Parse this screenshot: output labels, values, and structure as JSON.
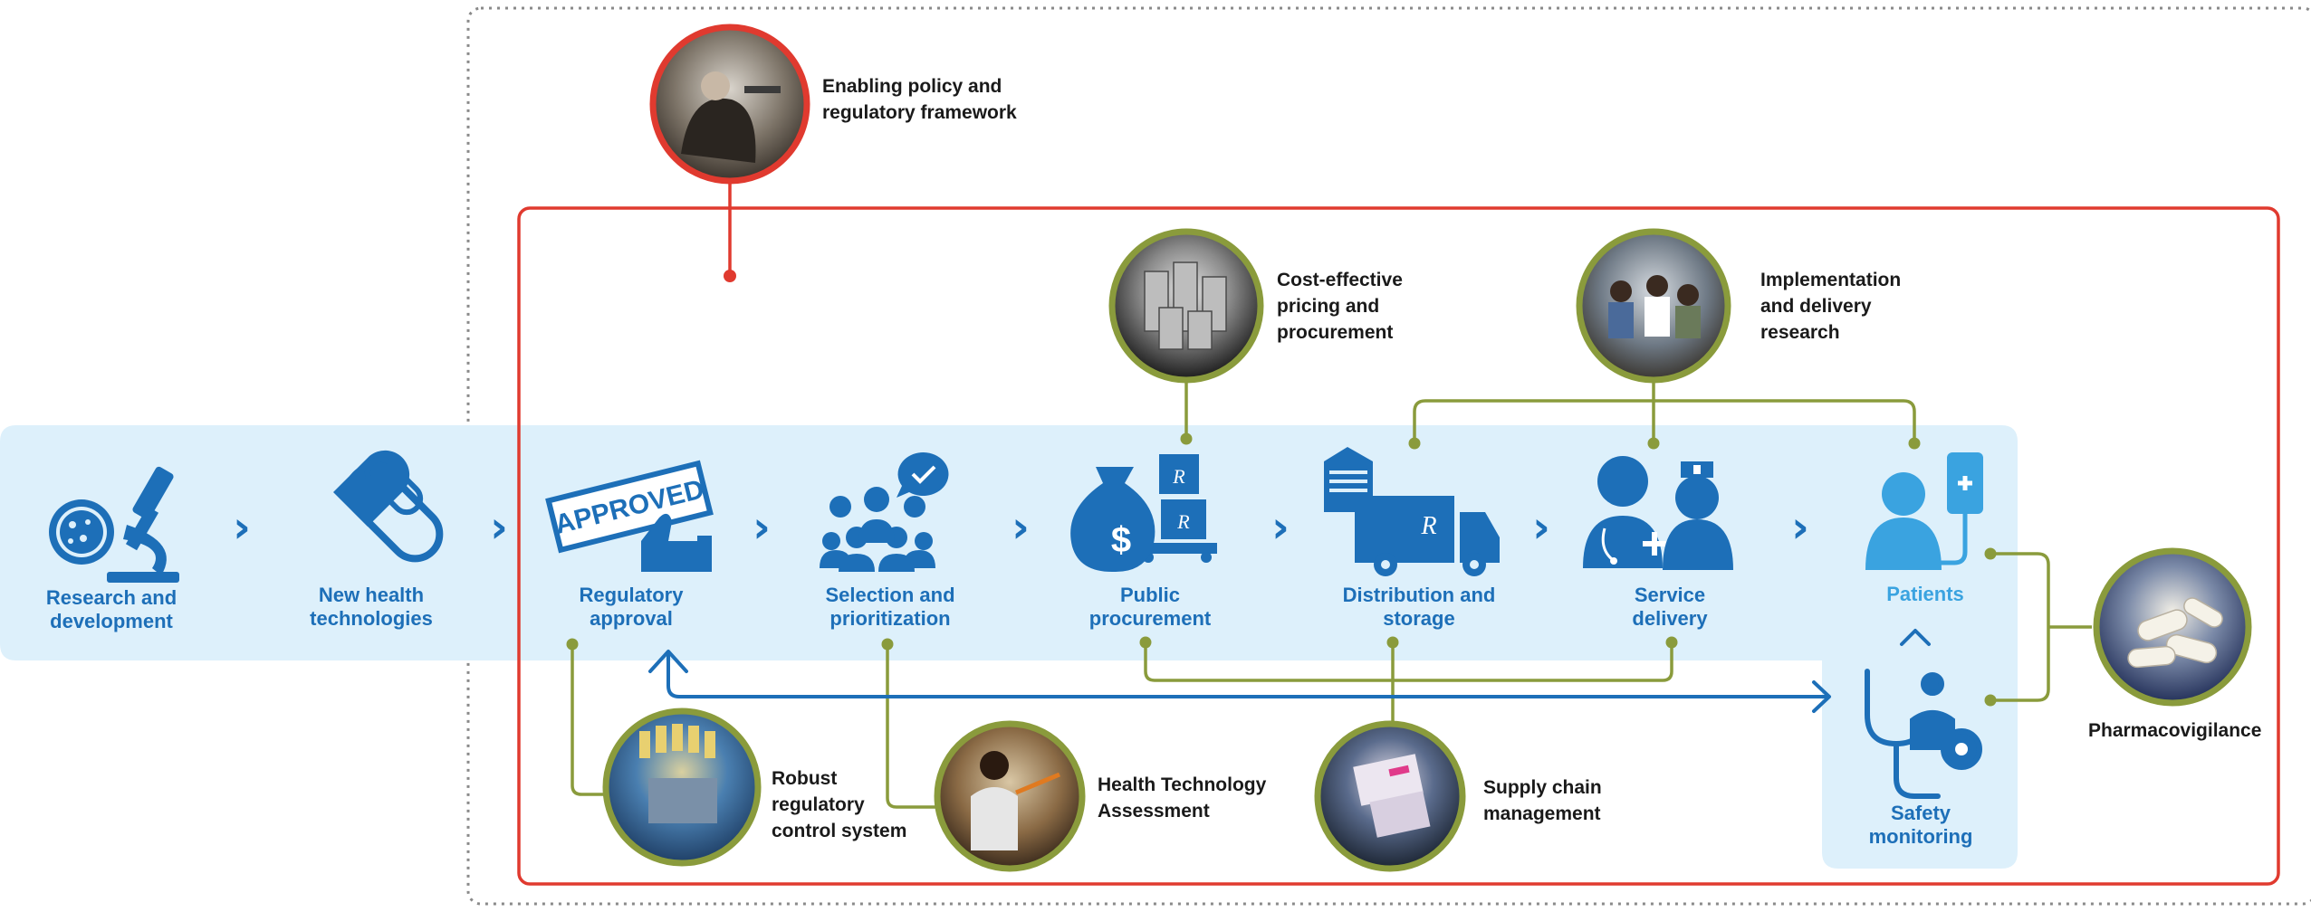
{
  "colors": {
    "step_blue": "#1d6fb8",
    "patients_cyan": "#3aa3e0",
    "band_fill": "#ddf0fb",
    "frame_red": "#e03a2f",
    "connector_green": "#8a9b3c",
    "dotted_border": "#8a8a8a"
  },
  "chain": [
    {
      "label": "Research and\ndevelopment",
      "icon": "microscope-icon"
    },
    {
      "label": "New health\ntechnologies",
      "icon": "capsule-icon"
    },
    {
      "label": "Regulatory\napproval",
      "icon": "approved-stamp-icon"
    },
    {
      "label": "Selection and\nprioritization",
      "icon": "group-chat-icon"
    },
    {
      "label": "Public\nprocurement",
      "icon": "money-bag-icon"
    },
    {
      "label": "Distribution and\nstorage",
      "icon": "delivery-truck-icon"
    },
    {
      "label": "Service\ndelivery",
      "icon": "doctor-nurse-icon"
    },
    {
      "label": "Patients",
      "icon": "patient-iv-icon"
    }
  ],
  "safety": {
    "label": "Safety\nmonitoring",
    "icon": "stethoscope-icon"
  },
  "enablers": [
    {
      "label": "Enabling policy and\nregulatory framework",
      "photo": "policy-meeting-photo"
    },
    {
      "label": "Cost-effective\npricing and\nprocurement",
      "photo": "coins-photo"
    },
    {
      "label": "Implementation\nand delivery\nresearch",
      "photo": "meeting-photo"
    },
    {
      "label": "Robust\nregulatory\ncontrol system",
      "photo": "lab-vials-photo"
    },
    {
      "label": "Health Technology\nAssessment",
      "photo": "hta-photo"
    },
    {
      "label": "Supply chain\nmanagement",
      "photo": "boxes-photo"
    },
    {
      "label": "Pharmacovigilance",
      "photo": "pills-photo"
    }
  ]
}
